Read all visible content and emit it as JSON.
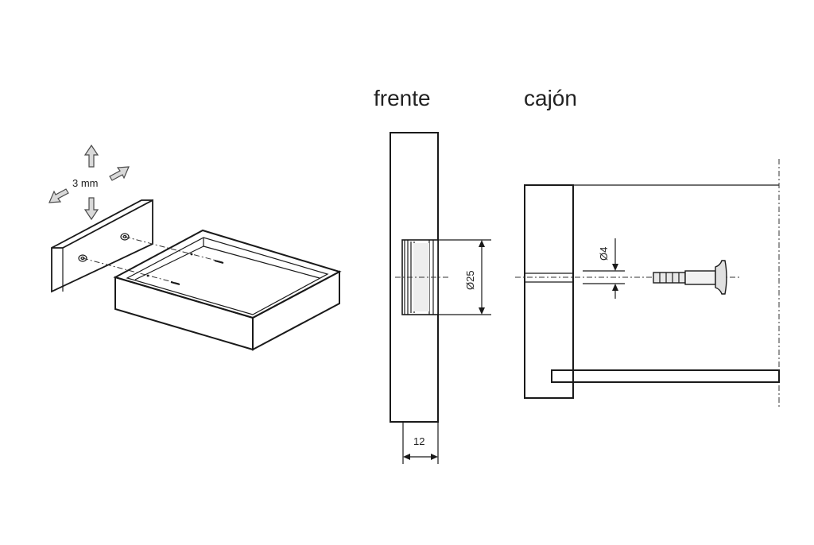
{
  "labels": {
    "front_title": "frente",
    "drawer_title": "cajón",
    "adjust": "3 mm",
    "dim_diameter_25": "Ø25",
    "dim_diameter_4": "Ø4",
    "dim_thickness": "12"
  },
  "icons": {
    "adjust_arrows": "four-direction-arrows-icon"
  },
  "colors": {
    "line": "#1a1a1a",
    "background": "#ffffff",
    "arrow_fill": "#d9d9d9"
  }
}
